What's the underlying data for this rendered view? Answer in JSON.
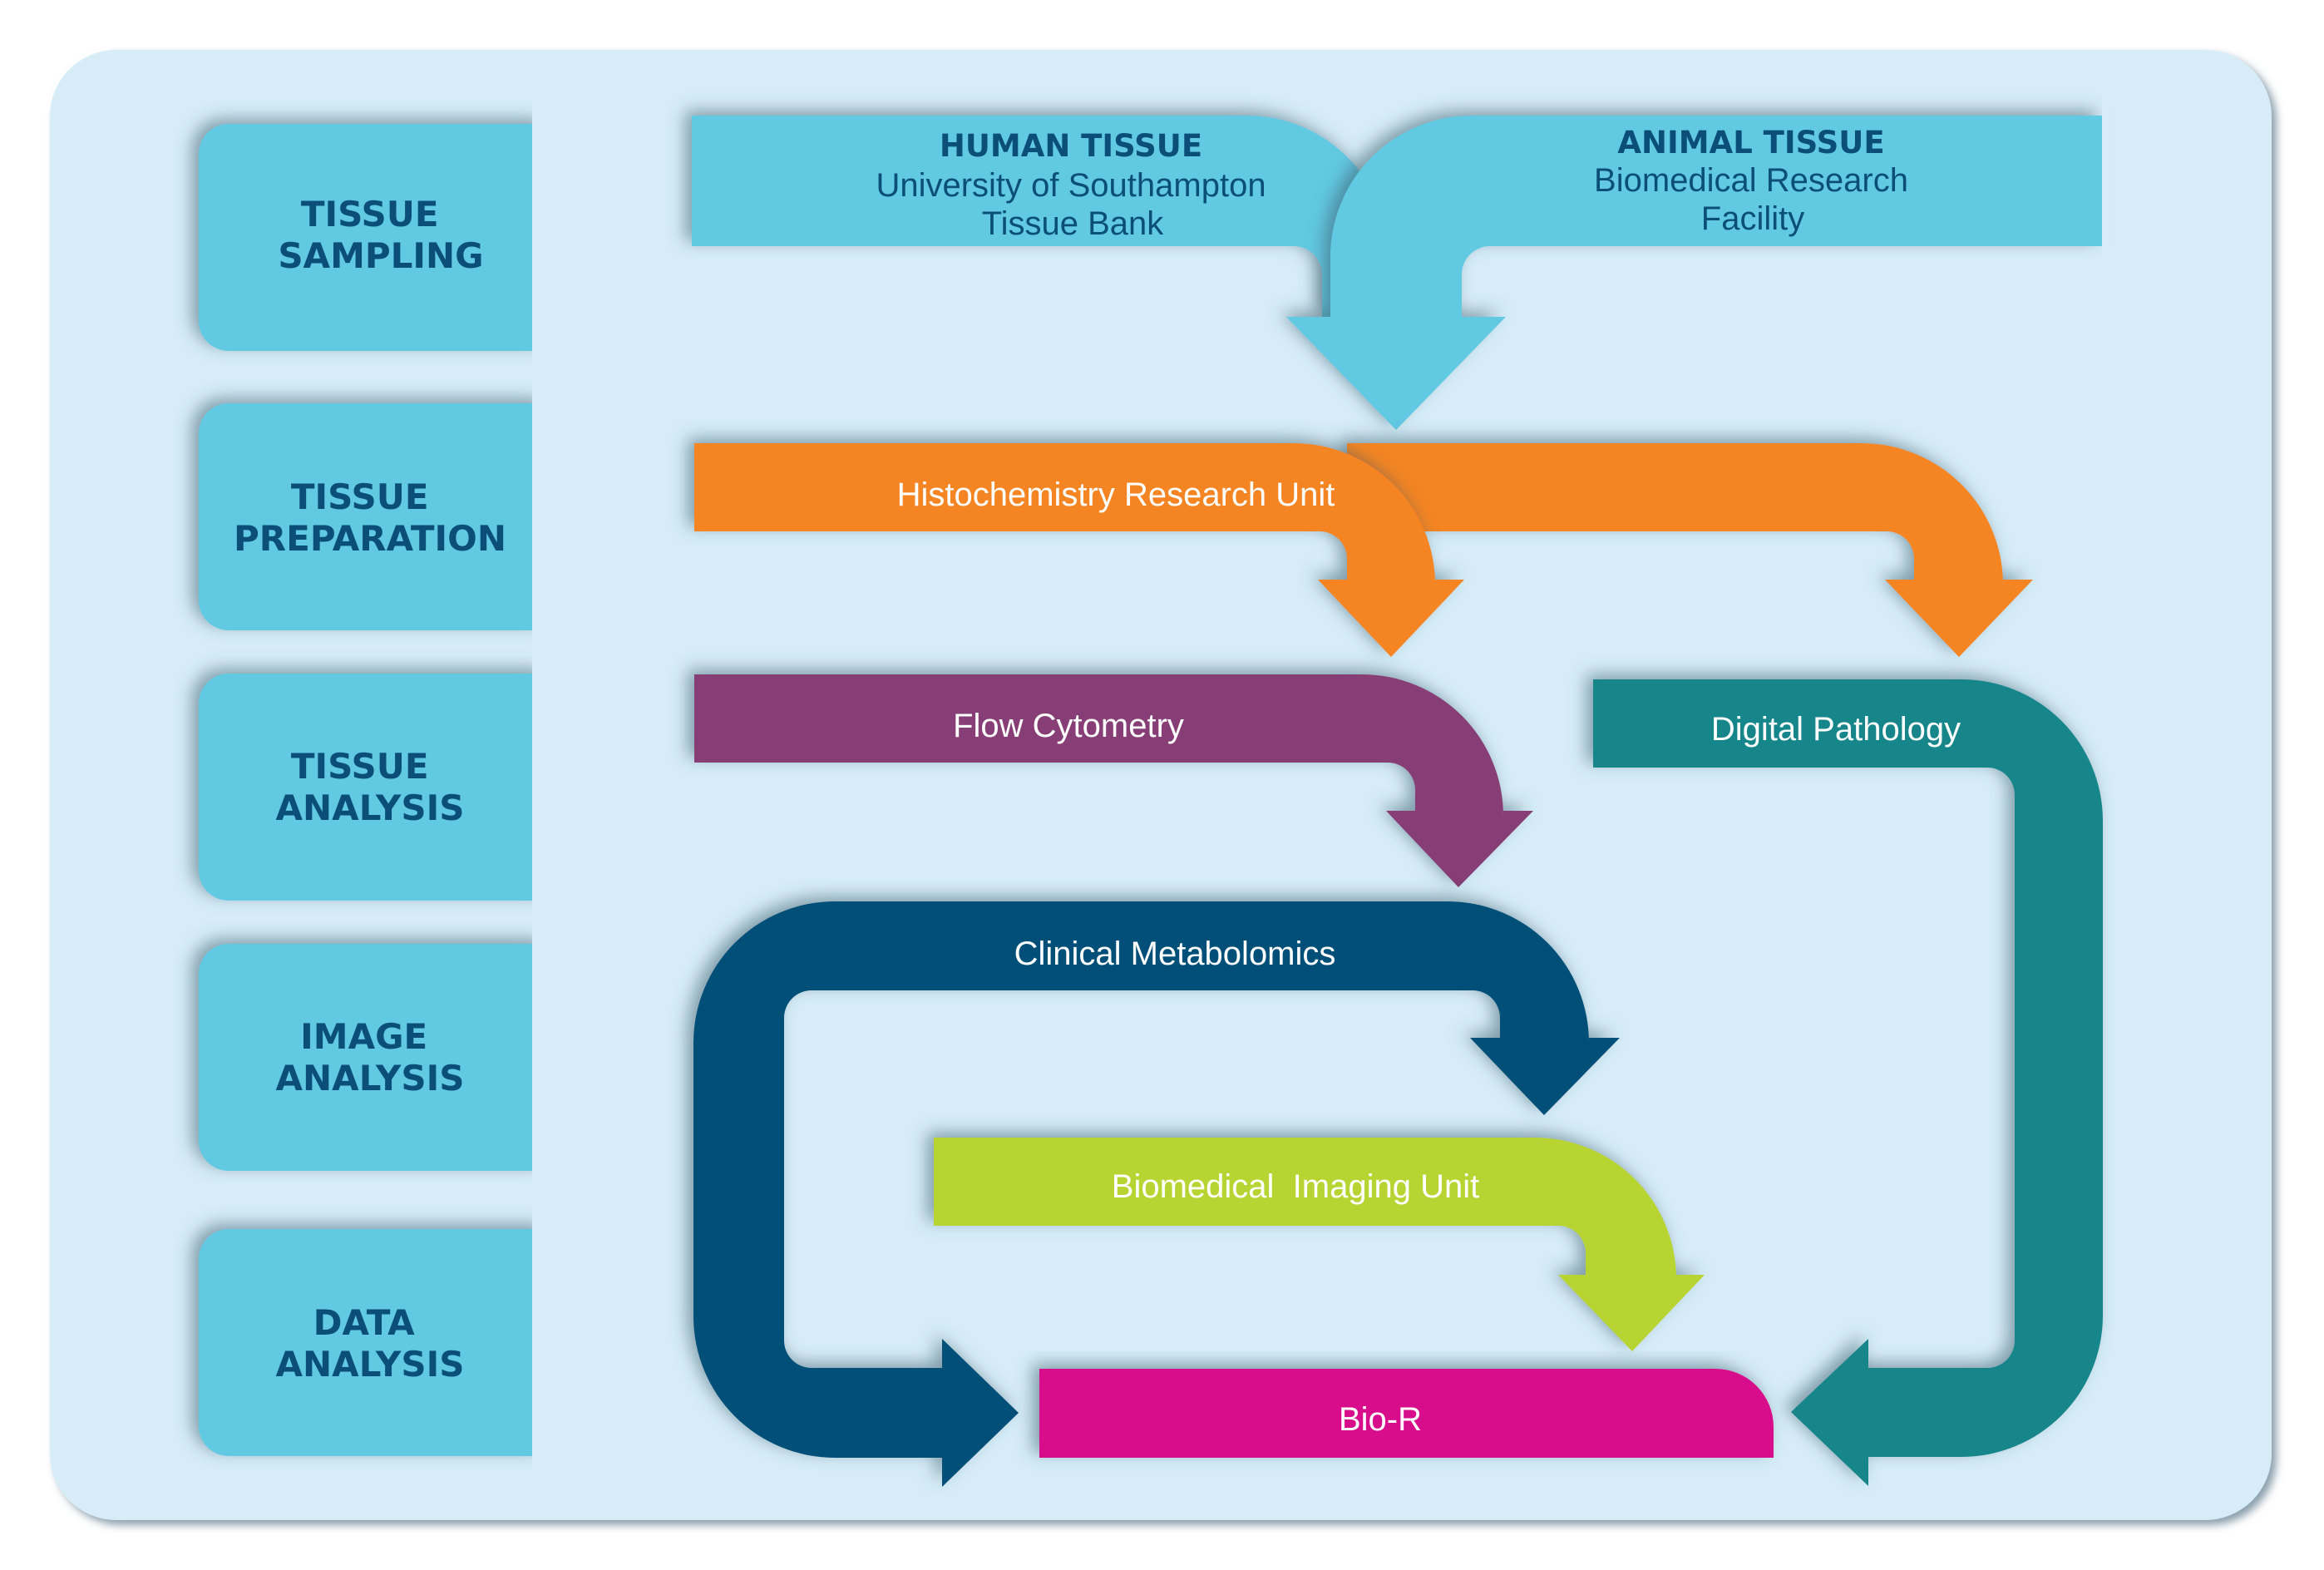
{
  "colors": {
    "page_background": "#ffffff",
    "panel_background": "#d6edf8",
    "stage_box": "#62c9e3",
    "stage_text": "#0b4f78",
    "tissue_sampling": "#62c9e3",
    "histochemistry": "#f58420",
    "flow_cytometry": "#873e74",
    "digital_pathology": "#17868b",
    "clinical_metabolomics": "#005078",
    "biomedical_imaging": "#b8d433",
    "bio_r": "#d80b8c",
    "unit_text": "#ffffff"
  },
  "stages": [
    {
      "line1": "TISSUE",
      "line2": "SAMPLING"
    },
    {
      "line1": "TISSUE",
      "line2": "PREPARATION"
    },
    {
      "line1": "TISSUE",
      "line2": "ANALYSIS"
    },
    {
      "line1": "IMAGE",
      "line2": "ANALYSIS"
    },
    {
      "line1": "DATA",
      "line2": "ANALYSIS"
    }
  ],
  "sources": {
    "human": {
      "title": "HUMAN TISSUE",
      "line1": "University of Southampton",
      "line2": "Tissue Bank"
    },
    "animal": {
      "title": "ANIMAL TISSUE",
      "line1": "Biomedical Research",
      "line2": "Facility"
    }
  },
  "units": {
    "histochemistry": "Histochemistry Research Unit",
    "flow_cytometry": "Flow Cytometry",
    "digital_pathology": "Digital Pathology",
    "clinical_metabolomics": "Clinical Metabolomics",
    "biomedical_imaging": "Biomedical  Imaging Unit",
    "bio_r": "Bio-R"
  }
}
